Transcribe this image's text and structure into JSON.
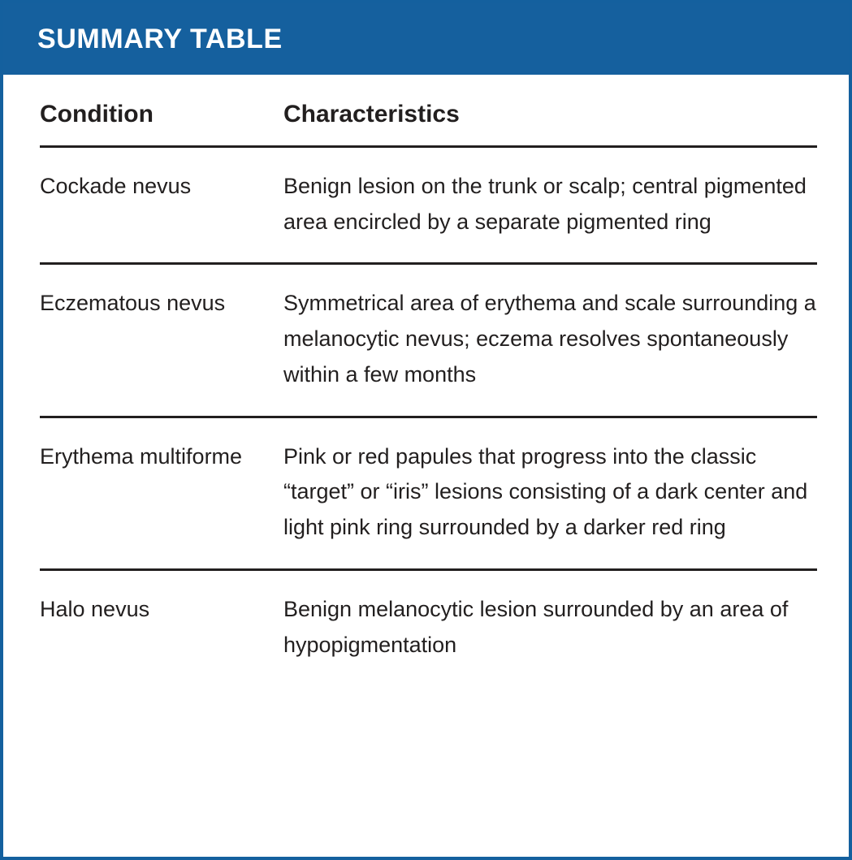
{
  "theme": {
    "banner_color": "#15609e",
    "border_color": "#14609e",
    "text_color": "#221f1f",
    "rule_color": "#221f1f",
    "background": "#ffffff"
  },
  "banner": {
    "title": "SUMMARY TABLE"
  },
  "table": {
    "columns": [
      {
        "key": "condition",
        "label": "Condition"
      },
      {
        "key": "characteristics",
        "label": "Characteristics"
      }
    ],
    "rows": [
      {
        "condition": "Cockade nevus",
        "characteristics": "Benign lesion on the trunk or scalp; central pigmented area encircled by a separate pigmented ring"
      },
      {
        "condition": "Eczematous nevus",
        "characteristics": "Symmetrical area of erythema and scale surrounding a melanocytic nevus; eczema resolves spontaneously within a few months"
      },
      {
        "condition": "Erythema multiforme",
        "characteristics": "Pink or red papules that progress into the classic “target” or “iris” lesions consisting of a dark center and light pink ring surrounded by a darker red ring"
      },
      {
        "condition": "Halo nevus",
        "characteristics": "Benign melanocytic lesion surrounded by an area of hypopigmentation"
      }
    ]
  }
}
